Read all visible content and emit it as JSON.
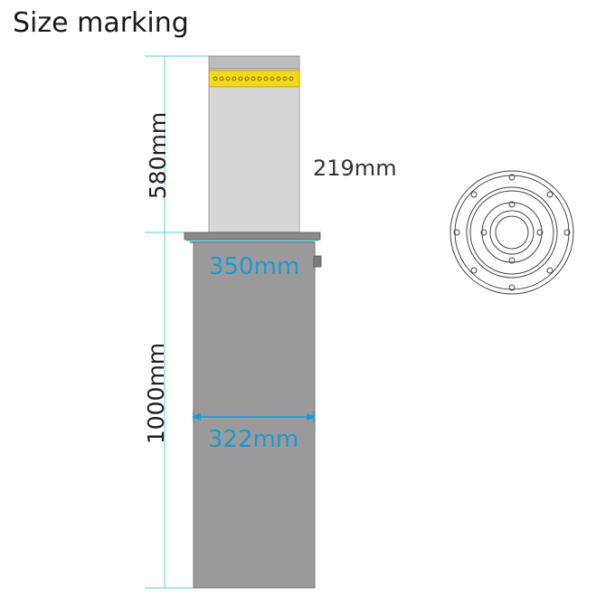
{
  "title": "Size marking",
  "dimensions": {
    "above_ground_height": "580mm",
    "below_ground_height": "1000mm",
    "column_diameter": "219mm",
    "flange_width": "350mm",
    "body_width": "322mm"
  },
  "colors": {
    "column": "#d7d7d7",
    "column_top": "#bdbdbd",
    "reflective_band": "#f3d81c",
    "flange": "#8a8a8a",
    "base_body": "#9a9a9a",
    "dimension_line": "#5bc8e6",
    "dimension_text_highlight": "#1a9ad6",
    "dimension_text": "#333333"
  }
}
